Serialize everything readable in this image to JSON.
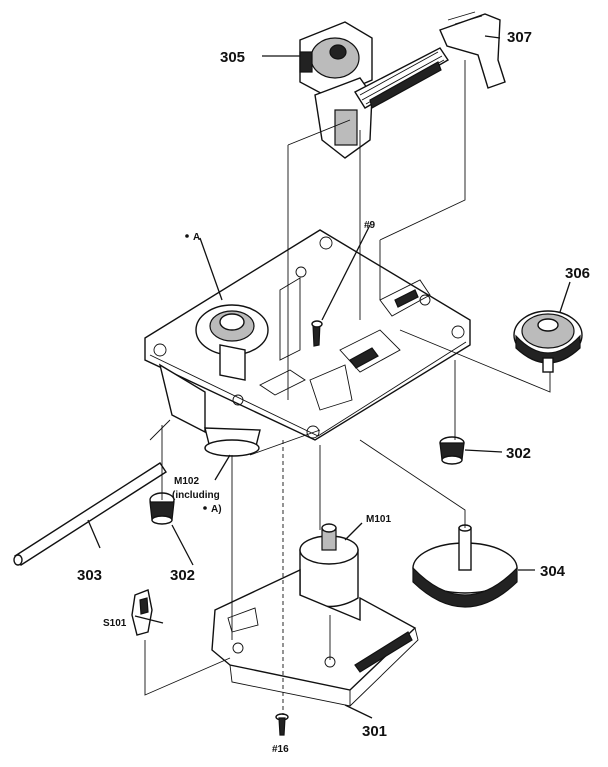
{
  "labels": {
    "p305": "305",
    "p307": "307",
    "p306": "306",
    "p302_right": "302",
    "p302_left": "302",
    "p303": "303",
    "p304": "304",
    "p301": "301",
    "s101": "S101",
    "m101": "M101",
    "m102_line1": "M102",
    "m102_line2": "(including",
    "m102_line3": "A)",
    "screw9": "#9",
    "screw16": "#16",
    "marker_a": "A"
  }
}
